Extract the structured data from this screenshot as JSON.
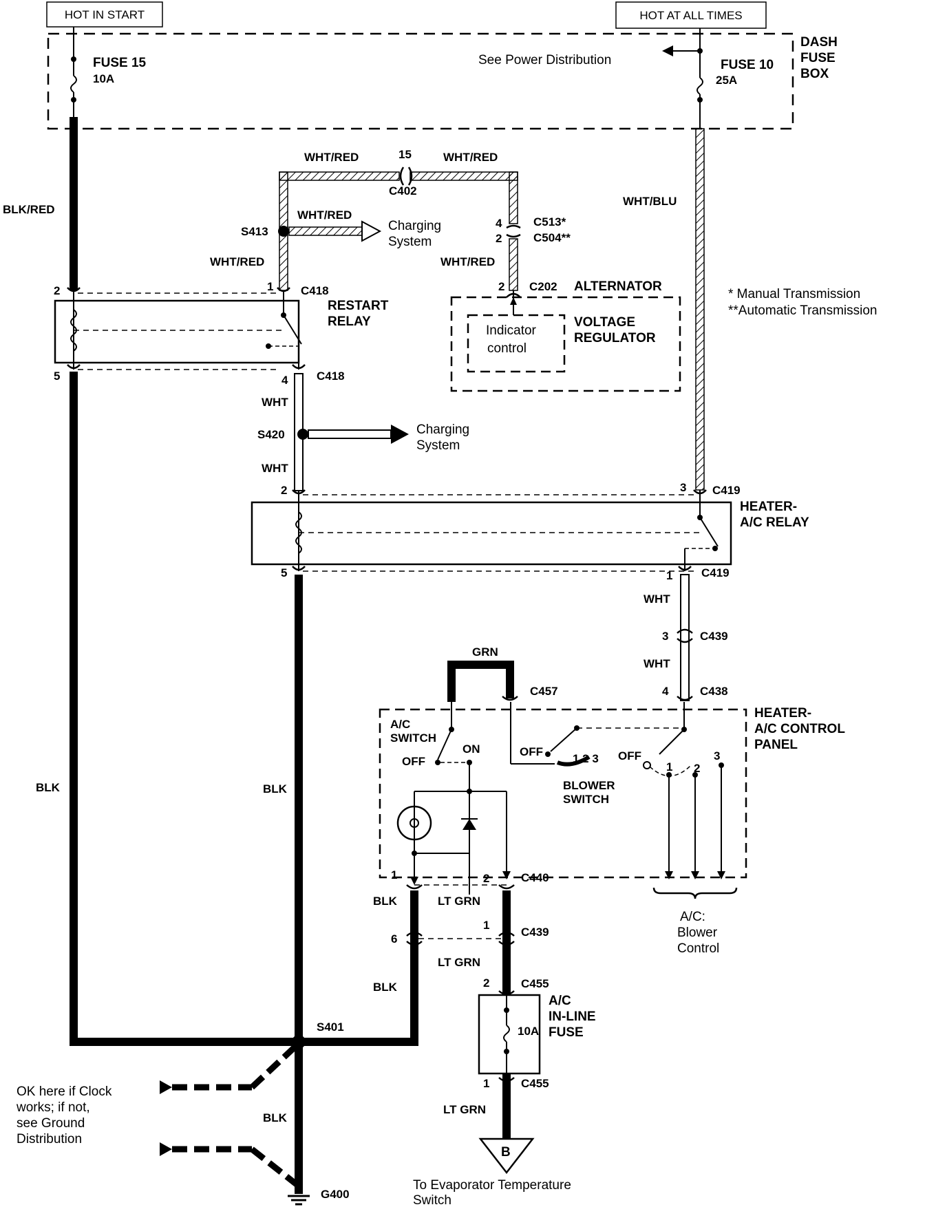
{
  "sources": {
    "hot_in_start": "HOT IN START",
    "hot_at_all_times": "HOT AT ALL TIMES"
  },
  "dash_fuse_box": {
    "line1": "DASH",
    "line2": "FUSE",
    "line3": "BOX",
    "see_power": "See Power Distribution",
    "fuse15_name": "FUSE 15",
    "fuse15_rating": "10A",
    "fuse10_name": "FUSE 10",
    "fuse10_rating": "25A"
  },
  "wires": {
    "blk_red": "BLK/RED",
    "wht_red_top_left": "WHT/RED",
    "wht_red_top_right": "WHT/RED",
    "wht_red_s413": "WHT/RED",
    "wht_red_left_down": "WHT/RED",
    "wht_red_right_down": "WHT/RED",
    "wht_blu": "WHT/BLU",
    "wht_upper": "WHT",
    "wht_lower": "WHT",
    "wht_c419": "WHT",
    "wht_c439": "WHT",
    "grn": "GRN",
    "blk_left": "BLK",
    "blk_mid": "BLK",
    "blk_c440": "BLK",
    "blk_c439": "BLK",
    "blk_ground": "BLK",
    "lt_grn_c440": "LT GRN",
    "lt_grn_c439": "LT GRN",
    "lt_grn_fuse": "LT GRN"
  },
  "connectors": {
    "c402": "C402",
    "c402_pin": "15",
    "c513": "C513*",
    "c513_pin": "4",
    "c504": "C504**",
    "c504_pin": "2",
    "c202": "C202",
    "c202_pin": "2",
    "c418_top": "C418",
    "c418_top_pin": "1",
    "c418_bot": "C418",
    "c418_bot_pin": "4",
    "restart_pin_top": "2",
    "restart_pin_bot": "5",
    "c419_top": "C419",
    "c419_top_pin": "3",
    "c419_bot": "C419",
    "c419_bot_pin": "1",
    "heater_pin_top": "2",
    "heater_pin_bot": "5",
    "c439_top": "C439",
    "c439_top_pin": "3",
    "c438": "C438",
    "c438_pin": "4",
    "c457": "C457",
    "c440": "C440",
    "c440_pin1": "1",
    "c440_pin2": "2",
    "c439_bot": "C439",
    "c439_bot_pin1": "1",
    "c439_bot_pin6": "6",
    "c455_top": "C455",
    "c455_top_pin": "2",
    "c455_bot": "C455",
    "c455_bot_pin": "1"
  },
  "splices": {
    "s413": "S413",
    "s420": "S420",
    "s401": "S401",
    "g400": "G400"
  },
  "components": {
    "restart_relay_1": "RESTART",
    "restart_relay_2": "RELAY",
    "alternator": "ALTERNATOR",
    "voltage_reg_1": "VOLTAGE",
    "voltage_reg_2": "REGULATOR",
    "indicator_1": "Indicator",
    "indicator_2": "control",
    "heater_relay_1": "HEATER-",
    "heater_relay_2": "A/C RELAY",
    "panel_1": "HEATER-",
    "panel_2": "A/C CONTROL",
    "panel_3": "PANEL",
    "ac_switch_1": "A/C",
    "ac_switch_2": "SWITCH",
    "off_ac": "OFF",
    "on_ac": "ON",
    "off_blower": "OFF",
    "off_mode": "OFF",
    "blower_1": "BLOWER",
    "blower_2": "SWITCH",
    "blower_pos": "1 2 3",
    "mode_pos1": "1",
    "mode_pos2": "2",
    "mode_pos3": "3",
    "inline_1": "A/C",
    "inline_2": "IN-LINE",
    "inline_3": "FUSE",
    "inline_rating": "10A"
  },
  "notes": {
    "charging_1a": "Charging",
    "charging_1b": "System",
    "charging_2a": "Charging",
    "charging_2b": "System",
    "manual": "* Manual Transmission",
    "automatic": "**Automatic Transmission",
    "blower_ctrl_1": "A/C:",
    "blower_ctrl_2": "Blower",
    "blower_ctrl_3": "Control",
    "clock_1": "OK here if Clock",
    "clock_2": "works; if not,",
    "clock_3": "see Ground",
    "clock_4": "Distribution",
    "evap_1": "To Evaporator Temperature",
    "evap_2": "Switch",
    "b_marker": "B"
  }
}
